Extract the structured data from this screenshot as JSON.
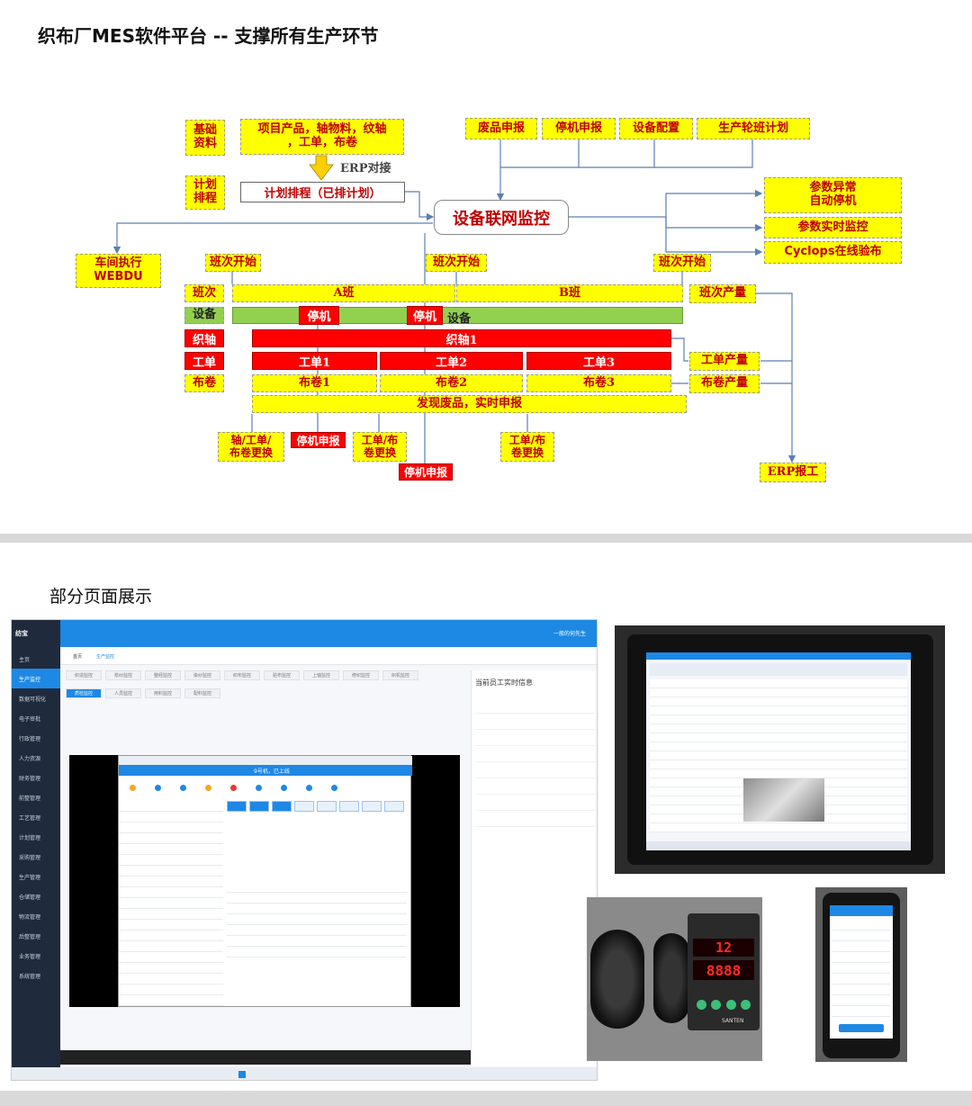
{
  "page": {
    "title": "织布厂MES软件平台 -- 支撑所有生产环节",
    "section_title": "部分页面展示"
  },
  "diagram": {
    "left_boxes": {
      "base_data": "基础\n资料",
      "plan_schedule": "计划\n排程"
    },
    "product_box": "项目产品，轴物料，纹轴\n，工单，布卷",
    "erp_label": "ERP对接",
    "plan_box": "计划排程（已排计划）",
    "top_boxes": [
      "废品申报",
      "停机申报",
      "设备配置",
      "生产轮班计划"
    ],
    "hub": "设备联网监控",
    "right_boxes": [
      "参数异常\n自动停机",
      "参数实时监控",
      "Cyclops在线验布"
    ],
    "webdu": "车间执行\nWEBDU",
    "shift_starts": [
      "班次开始",
      "班次开始",
      "班次开始"
    ],
    "row_labels": [
      "班次",
      "设备",
      "织轴",
      "工单",
      "布卷"
    ],
    "shift_a": "A班",
    "shift_b": "B班",
    "stop_1": "停机",
    "stop_2": "停机",
    "equipment_label": "设备",
    "beam": "织轴1",
    "work_orders": [
      "工单1",
      "工单2",
      "工单3"
    ],
    "rolls": [
      "布卷1",
      "布卷2",
      "布卷3"
    ],
    "scrap": "发现废品，实时申报",
    "shift_output": "班次产量",
    "order_output": "工单产量",
    "roll_output": "布卷产量",
    "bottom_boxes": {
      "axis_change": "轴/工单/\n布卷更换",
      "stop_report_1": "停机申报",
      "order_change_1": "工单/布\n卷更换",
      "order_change_2": "工单/布\n卷更换",
      "stop_report_2": "停机申报",
      "erp_report": "ERP报工"
    }
  },
  "mes_screen": {
    "brand": "纺宝",
    "sidebar": [
      "主页",
      "生产监控",
      "数据可视化",
      "电子审批",
      "行政管理",
      "人力资源",
      "财务管理",
      "前整管理",
      "工艺管理",
      "计划管理",
      "采购管理",
      "生产管理",
      "仓储管理",
      "物流管理",
      "后整管理",
      "业务管理",
      "系统管理"
    ],
    "tabs": [
      "首页",
      "生产监控"
    ],
    "monitor_tabs": [
      "织造监控",
      "浆纱监控",
      "整经监控",
      "染纱监控",
      "织布监控",
      "验布监控",
      "上轴监控",
      "修织监控",
      "织机监控"
    ],
    "sub_tabs": [
      "质检监控",
      "人员监控",
      "用料监控",
      "配料监控"
    ],
    "right_panel_title": "当前员工实时信息",
    "dialog_title": "9号机，已上线",
    "user": "一般的何先生"
  },
  "colors": {
    "yellow": "#ffff00",
    "red": "#ff0000",
    "green": "#92d050",
    "dark_red_text": "#c00000",
    "mes_blue": "#1e88e5",
    "mes_sidebar": "#1f2b3c"
  },
  "icons": [
    "erp-arrow-icon",
    "windows-start-icon",
    "led-counter-icon"
  ],
  "counter_display": {
    "top": "12",
    "bottom": "8888"
  },
  "counter_brand": "SANTEN"
}
